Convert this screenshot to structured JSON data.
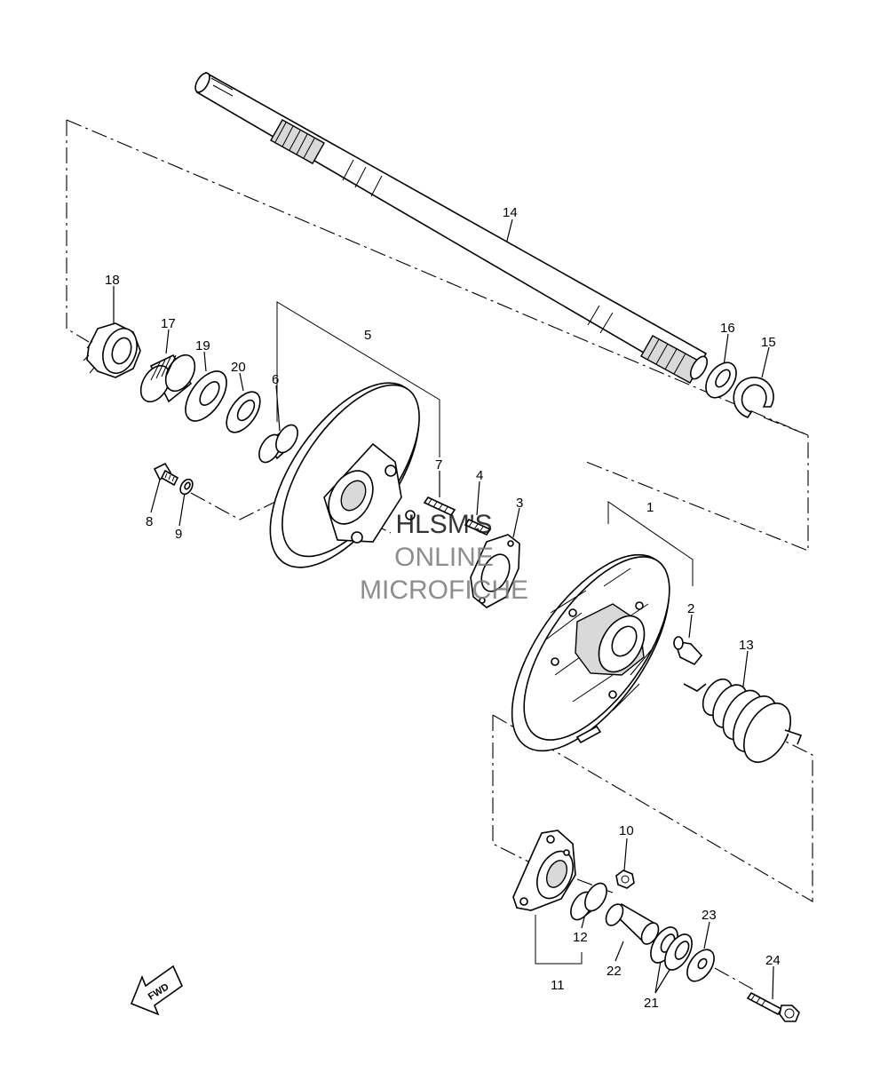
{
  "callouts": [
    {
      "id": "1",
      "text": "1"
    },
    {
      "id": "2",
      "text": "2"
    },
    {
      "id": "3",
      "text": "3"
    },
    {
      "id": "4",
      "text": "4"
    },
    {
      "id": "5",
      "text": "5"
    },
    {
      "id": "6",
      "text": "6"
    },
    {
      "id": "7",
      "text": "7"
    },
    {
      "id": "8",
      "text": "8"
    },
    {
      "id": "9",
      "text": "9"
    },
    {
      "id": "10",
      "text": "10"
    },
    {
      "id": "11",
      "text": "11"
    },
    {
      "id": "12",
      "text": "12"
    },
    {
      "id": "13",
      "text": "13"
    },
    {
      "id": "14",
      "text": "14"
    },
    {
      "id": "15",
      "text": "15"
    },
    {
      "id": "16",
      "text": "16"
    },
    {
      "id": "17",
      "text": "17"
    },
    {
      "id": "18",
      "text": "18"
    },
    {
      "id": "19",
      "text": "19"
    },
    {
      "id": "20",
      "text": "20"
    },
    {
      "id": "21",
      "text": "21"
    },
    {
      "id": "22",
      "text": "22"
    },
    {
      "id": "23",
      "text": "23"
    },
    {
      "id": "24",
      "text": "24"
    }
  ],
  "watermark": {
    "line1": "HLSM'S",
    "line2": "ONLINE",
    "line3": "MICROFICHE"
  },
  "fwd_label": "FWD",
  "colors": {
    "line": "#000000",
    "watermark": "#7a7a7a",
    "background": "#ffffff"
  }
}
